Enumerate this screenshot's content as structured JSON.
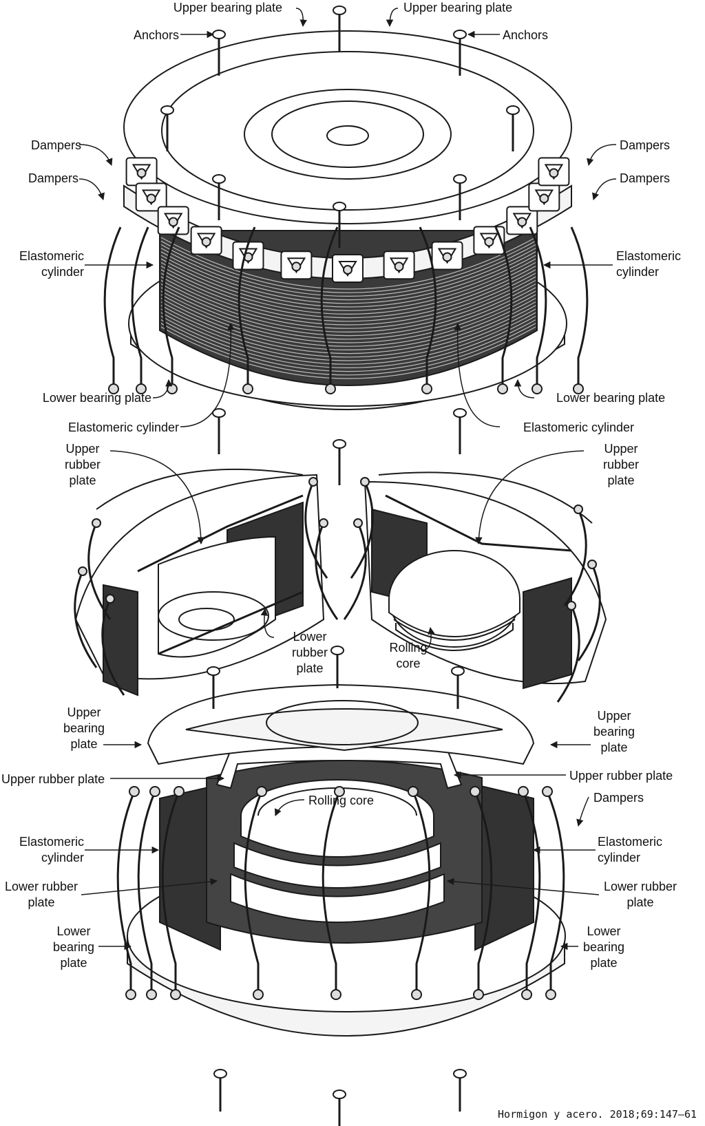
{
  "colors": {
    "ink": "#1a1a1a",
    "rubber": "#2a2a2a",
    "paper": "#ffffff"
  },
  "top_view": {
    "upper_bearing_plate_left": "Upper bearing plate",
    "upper_bearing_plate_right": "Upper bearing plate",
    "anchors_left": "Anchors",
    "anchors_right": "Anchors",
    "dampers_left_1": "Dampers",
    "dampers_left_2": "Dampers",
    "dampers_right_1": "Dampers",
    "dampers_right_2": "Dampers",
    "elastomeric_cylinder_left": [
      "Elastomeric",
      "cylinder"
    ],
    "elastomeric_cylinder_right": [
      "Elastomeric",
      "cylinder"
    ],
    "lower_bearing_plate_left": "Lower bearing plate",
    "lower_bearing_plate_right": "Lower bearing plate",
    "elastomeric_cylinder_bottom_left": "Elastomeric cylinder",
    "elastomeric_cylinder_bottom_right": "Elastomeric cylinder"
  },
  "section_views": {
    "upper_rubber_plate_left": [
      "Upper",
      "rubber",
      "plate"
    ],
    "upper_rubber_plate_right": [
      "Upper",
      "rubber",
      "plate"
    ],
    "lower_rubber_plate": [
      "Lower",
      "rubber",
      "plate"
    ],
    "rolling_core": [
      "Rolling",
      "core"
    ]
  },
  "bottom_view": {
    "upper_bearing_plate_left": [
      "Upper",
      "bearing",
      "plate"
    ],
    "upper_bearing_plate_right": [
      "Upper",
      "bearing",
      "plate"
    ],
    "upper_rubber_plate_left": "Upper rubber plate",
    "upper_rubber_plate_right": "Upper rubber plate",
    "rolling_core": "Rolling core",
    "dampers_right": "Dampers",
    "elastomeric_cylinder_left": [
      "Elastomeric",
      "cylinder"
    ],
    "elastomeric_cylinder_right": [
      "Elastomeric",
      "cylinder"
    ],
    "lower_rubber_plate_left": [
      "Lower rubber",
      "plate"
    ],
    "lower_rubber_plate_right": [
      "Lower rubber",
      "plate"
    ],
    "lower_bearing_plate_left": [
      "Lower",
      "bearing",
      "plate"
    ],
    "lower_bearing_plate_right": [
      "Lower",
      "bearing",
      "plate"
    ]
  },
  "credit": "Hormigon y acero. 2018;69:147–61"
}
